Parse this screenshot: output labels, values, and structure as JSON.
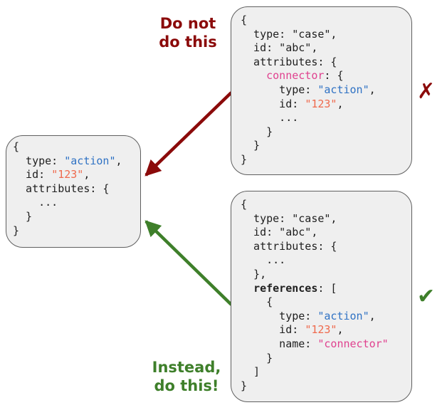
{
  "colors": {
    "bad": "#8b0a0a",
    "good": "#3e7f2a",
    "string_blue": "#2f72c4",
    "string_orange": "#ef6a4d",
    "key_pink": "#e0428f"
  },
  "left_box": {
    "lines": [
      [
        {
          "t": "{"
        }
      ],
      [
        {
          "t": "  type: "
        },
        {
          "t": "\"action\"",
          "c": "blue"
        },
        {
          "t": ","
        }
      ],
      [
        {
          "t": "  id: "
        },
        {
          "t": "\"123\"",
          "c": "orange"
        },
        {
          "t": ","
        }
      ],
      [
        {
          "t": "  attributes: {"
        }
      ],
      [
        {
          "t": "    ..."
        }
      ],
      [
        {
          "t": "  }"
        }
      ],
      [
        {
          "t": "}"
        }
      ]
    ]
  },
  "bad_box": {
    "lines": [
      [
        {
          "t": "{"
        }
      ],
      [
        {
          "t": "  type: \"case\","
        }
      ],
      [
        {
          "t": "  id: \"abc\","
        }
      ],
      [
        {
          "t": "  attributes: {"
        }
      ],
      [
        {
          "t": "    "
        },
        {
          "t": "connector",
          "c": "pink"
        },
        {
          "t": ": {"
        }
      ],
      [
        {
          "t": "      type: "
        },
        {
          "t": "\"action\"",
          "c": "blue"
        },
        {
          "t": ","
        }
      ],
      [
        {
          "t": "      id: "
        },
        {
          "t": "\"123\"",
          "c": "orange"
        },
        {
          "t": ","
        }
      ],
      [
        {
          "t": "      ..."
        }
      ],
      [
        {
          "t": "    }"
        }
      ],
      [
        {
          "t": "  }"
        }
      ],
      [
        {
          "t": "}"
        }
      ]
    ]
  },
  "good_box": {
    "lines": [
      [
        {
          "t": "{"
        }
      ],
      [
        {
          "t": "  type: \"case\","
        }
      ],
      [
        {
          "t": "  id: \"abc\","
        }
      ],
      [
        {
          "t": "  attributes: {"
        }
      ],
      [
        {
          "t": "    ..."
        }
      ],
      [
        {
          "t": "  },"
        }
      ],
      [
        {
          "t": "  "
        },
        {
          "t": "references",
          "c": "bold"
        },
        {
          "t": ": ["
        }
      ],
      [
        {
          "t": "    {"
        }
      ],
      [
        {
          "t": "      type: "
        },
        {
          "t": "\"action\"",
          "c": "blue"
        },
        {
          "t": ","
        }
      ],
      [
        {
          "t": "      id: "
        },
        {
          "t": "\"123\"",
          "c": "orange"
        },
        {
          "t": ","
        }
      ],
      [
        {
          "t": "      name: "
        },
        {
          "t": "\"connector\"",
          "c": "pink"
        }
      ],
      [
        {
          "t": "    }"
        }
      ],
      [
        {
          "t": "  ]"
        }
      ],
      [
        {
          "t": "}"
        }
      ]
    ]
  },
  "labels": {
    "bad_caption_line1": "Do not",
    "bad_caption_line2": "do this",
    "good_caption_line1": "Instead,",
    "good_caption_line2": "do this!",
    "cross_mark": "✗",
    "check_mark": "✔"
  }
}
